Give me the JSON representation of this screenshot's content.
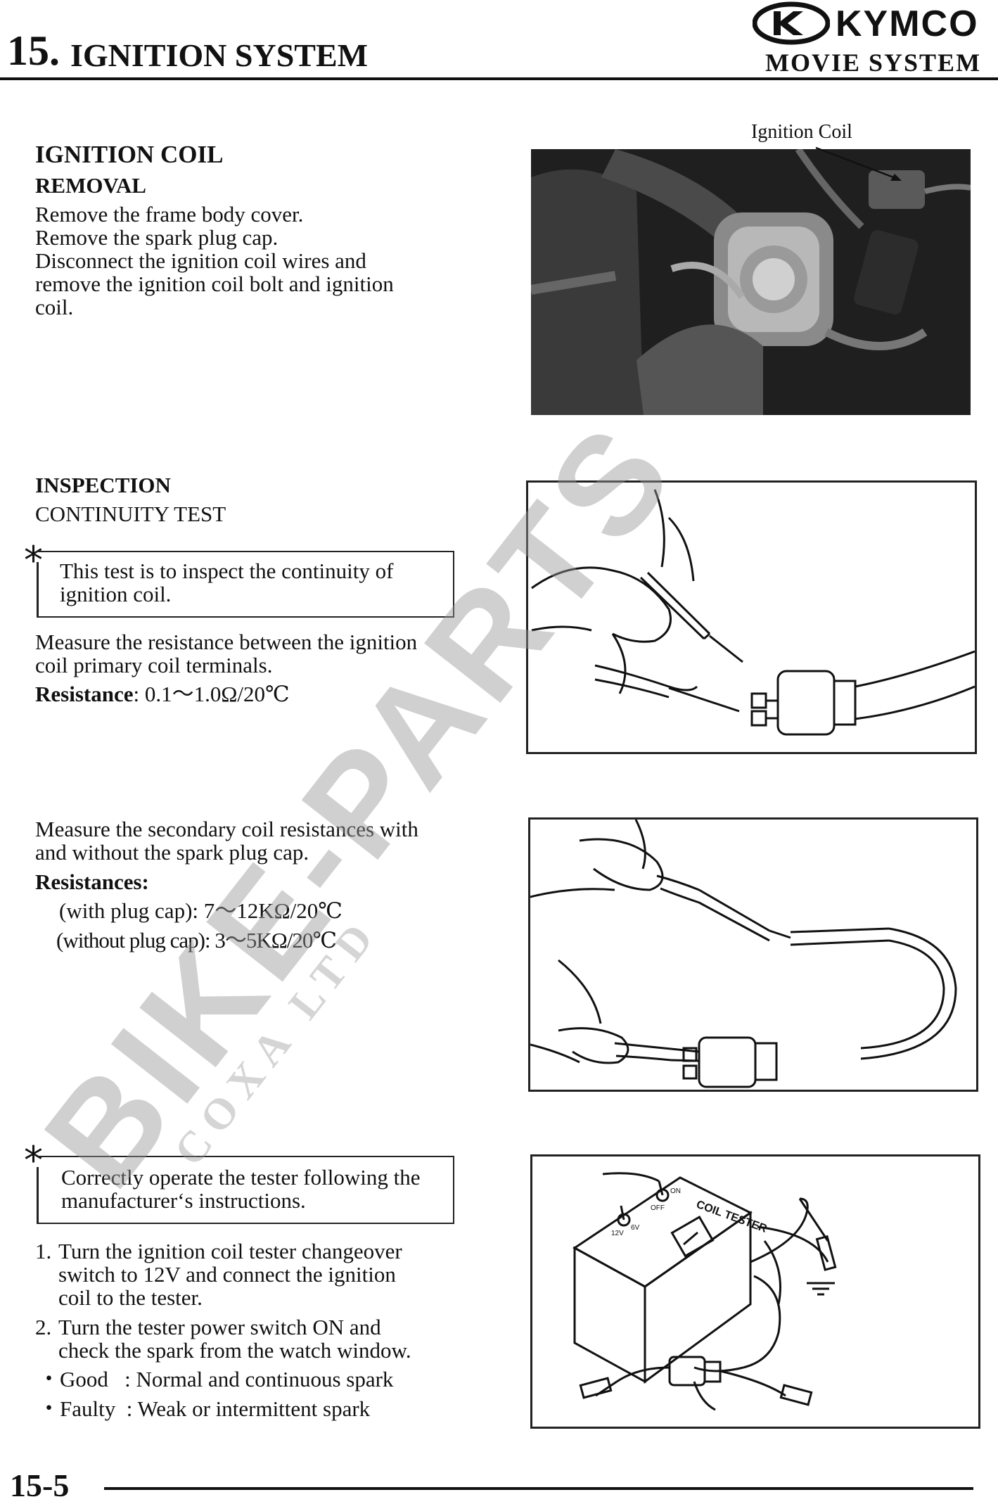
{
  "header": {
    "chapter_number": "15.",
    "chapter_title": "IGNITION SYSTEM",
    "brand": "KYMCO",
    "system": "MOVIE SYSTEM"
  },
  "removal": {
    "title": "IGNITION COIL",
    "subtitle": "REMOVAL",
    "lines": [
      "Remove the frame body cover.",
      "Remove the spark plug cap.",
      "Disconnect the ignition coil wires and",
      "remove the ignition coil bolt and ignition",
      "coil."
    ],
    "photo_caption": "Ignition Coil"
  },
  "inspection": {
    "title": "INSPECTION",
    "subtitle": "CONTINUITY TEST",
    "note_star": "*",
    "note_lines": [
      "This test is to inspect the continuity of",
      "ignition coil."
    ],
    "primary_lines": [
      "Measure the resistance between the ignition",
      "coil primary coil terminals."
    ],
    "resistance_label": "Resistance",
    "resistance_value": ": 0.1～1.0Ω/20℃"
  },
  "secondary": {
    "lines": [
      "Measure the secondary coil resistances with",
      "and without the spark plug cap."
    ],
    "label": "Resistances:",
    "with_cap": "(with plug cap): 7～12KΩ/20℃",
    "without_cap": "(without plug cap): 3～5KΩ/20℃"
  },
  "tester": {
    "note_star": "*",
    "note_lines": [
      "Correctly operate the tester following the",
      "manufacturer‘s instructions."
    ],
    "step1_num": "1.",
    "step1_lines": [
      "Turn the ignition coil tester changeover",
      "switch to 12V and connect the ignition",
      "coil to the tester."
    ],
    "step2_num": "2.",
    "step2_lines": [
      "Turn the tester power switch ON and",
      "check the spark from the watch window."
    ],
    "good": "・Good   : Normal and continuous spark",
    "faulty": "・Faulty  : Weak or intermittent spark",
    "device_label": "COIL TESTER",
    "switch_labels": [
      "12V",
      "6V",
      "ON",
      "OFF"
    ]
  },
  "watermark": {
    "main": "BIKE-PARTS",
    "sub": "COXA LTD"
  },
  "footer": {
    "page": "15-5"
  }
}
